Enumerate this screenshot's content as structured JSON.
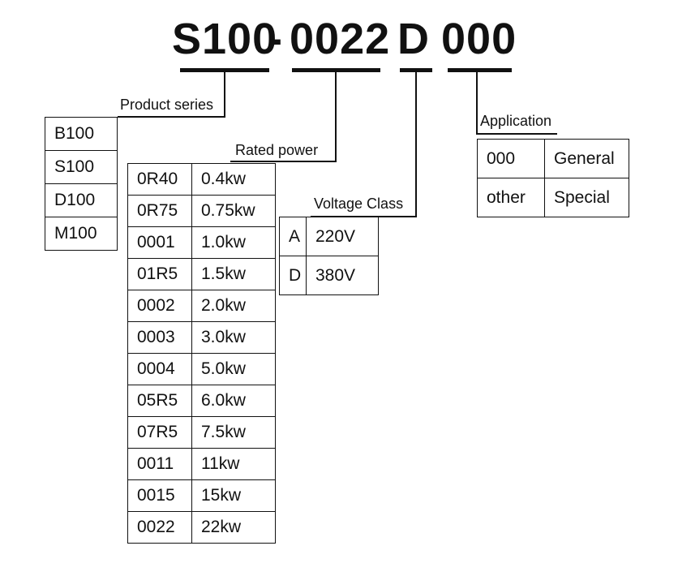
{
  "model_code": {
    "series": "S100",
    "dash": "-",
    "power": "0022",
    "voltage": "D",
    "application": "000"
  },
  "labels": {
    "product_series": "Product series",
    "rated_power": "Rated power",
    "voltage_class": "Voltage Class",
    "application": "Application"
  },
  "product_series": [
    "B100",
    "S100",
    "D100",
    "M100"
  ],
  "rated_power": [
    {
      "code": "0R40",
      "value": "0.4kw"
    },
    {
      "code": "0R75",
      "value": "0.75kw"
    },
    {
      "code": "0001",
      "value": "1.0kw"
    },
    {
      "code": "01R5",
      "value": "1.5kw"
    },
    {
      "code": "0002",
      "value": "2.0kw"
    },
    {
      "code": "0003",
      "value": "3.0kw"
    },
    {
      "code": "0004",
      "value": "5.0kw"
    },
    {
      "code": "05R5",
      "value": "6.0kw"
    },
    {
      "code": "07R5",
      "value": "7.5kw"
    },
    {
      "code": "0011",
      "value": "11kw"
    },
    {
      "code": "0015",
      "value": "15kw"
    },
    {
      "code": "0022",
      "value": "22kw"
    }
  ],
  "voltage_class": [
    {
      "code": "A",
      "value": "220V"
    },
    {
      "code": "D",
      "value": "380V"
    }
  ],
  "application": [
    {
      "code": "000",
      "value": "General"
    },
    {
      "code": "other",
      "value": "Special"
    }
  ]
}
